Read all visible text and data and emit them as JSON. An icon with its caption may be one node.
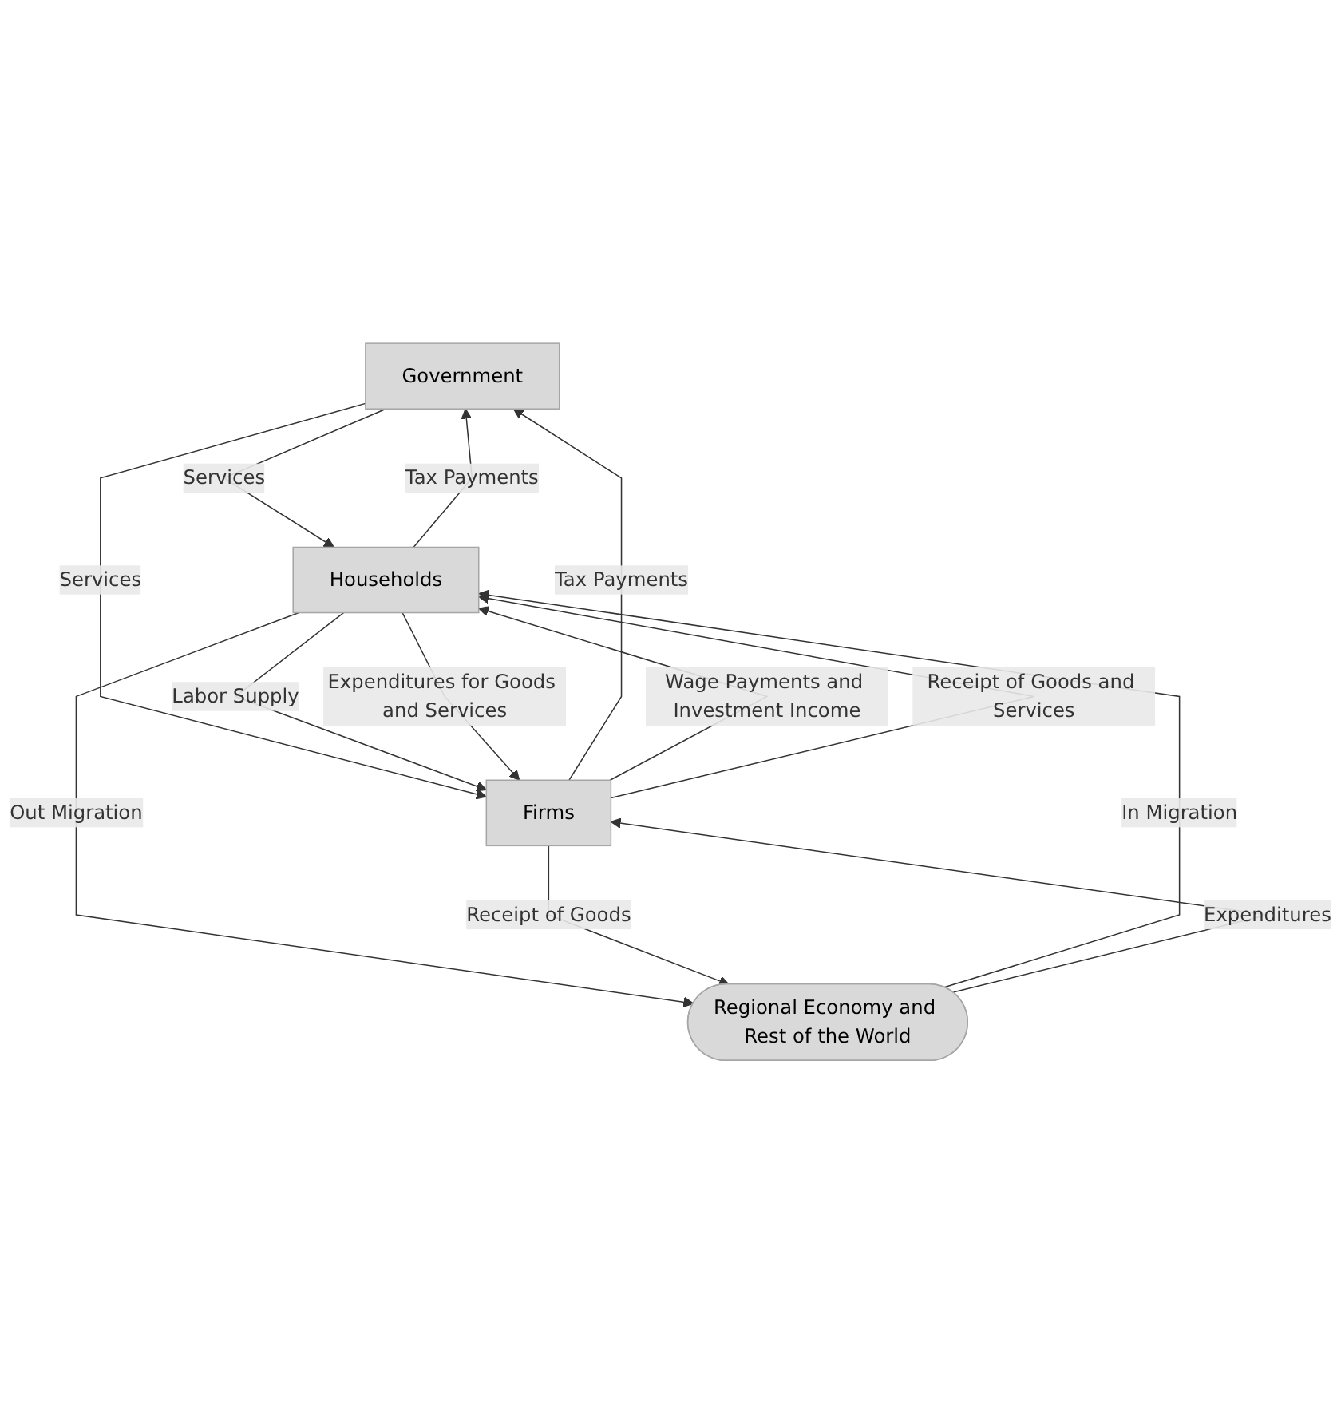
{
  "diagram": {
    "nodes": [
      {
        "text": [
          "Government"
        ]
      },
      {
        "text": [
          "Households"
        ]
      },
      {
        "text": [
          "Firms"
        ]
      },
      {
        "text": [
          "Regional Economy and Rest of the World"
        ]
      }
    ],
    "edges": [
      {
        "from": 1,
        "to": 0,
        "arrow": "to",
        "label": "Tax Payments"
      },
      {
        "from": 0,
        "to": 1,
        "arrow": "to",
        "label": "Services"
      },
      {
        "from": 0,
        "to": 2,
        "arrow": "to",
        "label": "Services"
      },
      {
        "from": 2,
        "to": 0,
        "arrow": "to",
        "label": "Tax Payments"
      },
      {
        "from": 2,
        "to": 1,
        "arrow": "to",
        "label": "Wage Payments and Investment Income"
      },
      {
        "from": 1,
        "to": 2,
        "arrow": "to",
        "label": "Labor Supply"
      },
      {
        "from": 1,
        "to": 2,
        "arrow": "to",
        "label": "Expenditures for Goods and Services"
      },
      {
        "from": 2,
        "to": 1,
        "arrow": "to",
        "label": "Receipt of Goods and Services"
      },
      {
        "from": 3,
        "to": 1,
        "arrow": "to",
        "label": "In Migration"
      },
      {
        "from": 1,
        "to": 3,
        "arrow": "to",
        "label": "Out Migration"
      },
      {
        "from": 3,
        "to": 2,
        "arrow": "to",
        "label": "Expenditures"
      },
      {
        "from": 2,
        "to": 3,
        "arrow": "to",
        "label": "Receipt of Goods"
      }
    ]
  }
}
